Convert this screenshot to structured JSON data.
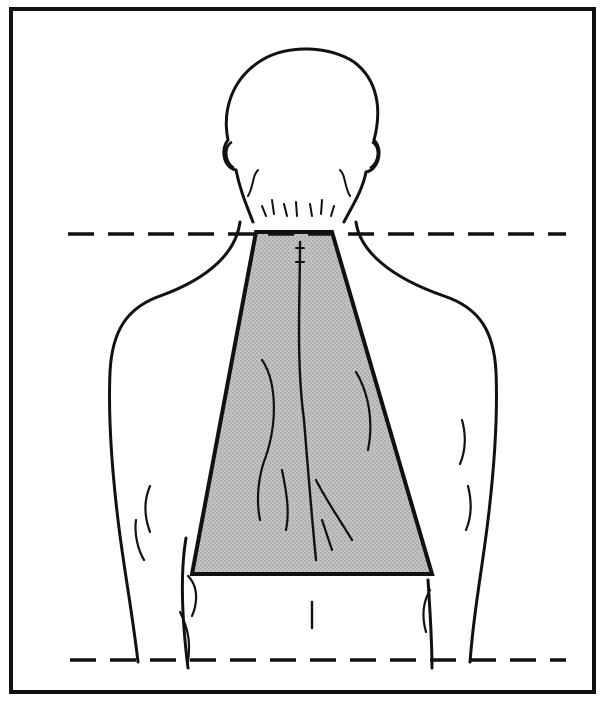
{
  "figure": {
    "subject": "back-view-figure",
    "colors": {
      "ink": "#111111",
      "background": "#ffffff",
      "shaded_region": "#b9b9b9",
      "shaded_outline": "#111111"
    },
    "elements": {
      "border": "rectangular-frame",
      "upper_reference": "dashed-line",
      "lower_reference": "dashed-line",
      "highlighted_area": "trapezoid-upper-back"
    }
  }
}
